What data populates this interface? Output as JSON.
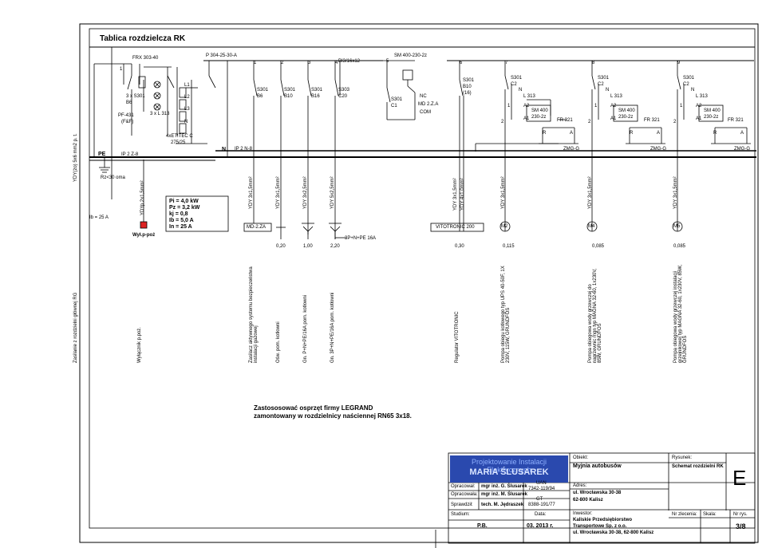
{
  "title": "Tablica rozdzielcza RK",
  "left_column": {
    "cable": "YDY(żo) 5x6 mm2 p. t.",
    "pe": "PE",
    "ip_z8": "IP 2 Z-8",
    "rz": "Rz<30 oma",
    "ib": "Ib = 25 A",
    "vertical_1": "Zasilanie z rozdzielni głównej RG",
    "vertical_2": "Wyłącznik p.poż."
  },
  "main_switch": {
    "frx": "FRX 303-40",
    "n1": "1",
    "s301": "3 x S301",
    "b6": "B6",
    "pf": "PF-431",
    "ff": "(F&F)",
    "lamps": "3 x L 313",
    "cable_ppoz": "YDYp 2x1,5mm²",
    "wyl": "Wył.p-poż"
  },
  "surge": {
    "p304": "P 304-25-30-A",
    "l1": "L1",
    "l2": "L2",
    "l3": "L3",
    "n": "N",
    "etitec": "4xETITEC  C",
    "etitec2": "275/25",
    "n_bar": "N",
    "ip_n8": "IP 2 N-8"
  },
  "params": {
    "pi": "Pi = 4,0 kW",
    "pz": "Pz = 3,2 kW",
    "kj": "kj = 0,8",
    "ib": "Ib = 5,0 A",
    "in": "In = 25 A"
  },
  "circuits": [
    {
      "num": "1",
      "type": "S301",
      "rating": "B6",
      "cable": "YDY 3x1,5mm²",
      "device": "MD-2.ZA",
      "power": "",
      "desc": "Zasilacz aktywnego systemu bezpieczeństwa instalacji gazowej"
    },
    {
      "num": "2",
      "type": "S301",
      "rating": "B10",
      "cable": "YDY 3x1,5mm²",
      "device": "",
      "power": "0,20",
      "desc": "Ośw. pom. kotłowni"
    },
    {
      "num": "3",
      "type": "S301",
      "rating": "B16",
      "cable": "YDY 3x2,5mm²",
      "device": "",
      "power": "1,00",
      "desc": "Gn. P+N+PE/16A pom. kotłowni"
    },
    {
      "num": "4",
      "type": "S303",
      "rating": "C20",
      "cable": "YDY 5x2,5mm²",
      "device": "3P+N+PE 16A",
      "power": "2,20",
      "desc": "Gn. 3P+N+PE/16A pom. kotłowni"
    },
    {
      "num": "5",
      "type": "S301",
      "rating": "C1",
      "bi": "BI3/16x12",
      "sm": "SM 400-230-2z",
      "nc": "NC",
      "md": "MD 2.Z.A",
      "com": "COM"
    },
    {
      "num": "6",
      "type": "S301",
      "rating": "B10",
      "extra": "(16)",
      "cable1": "YDY 3x1,5mm²",
      "cable2": "YDY 4x1,0mm²",
      "device": "VITOTRONIC 200",
      "power": "0,30",
      "desc": "Regulator VITOTRONIC"
    },
    {
      "num": "7",
      "type": "S301",
      "rating": "C2",
      "cable": "YDY 3x1,5mm²",
      "device": "M2",
      "power": "0,115",
      "desc": "Pompa obiegu kotłowego typ UPS 40-50F, 1X 230V, 115W, GRUNDFOS"
    },
    {
      "num": "8",
      "type": "S301",
      "rating": "C2",
      "cable": "YDY 3x1,5mm²",
      "device": "M4",
      "power": "0,085",
      "desc": "Pompa obiegowa wody grzewczej do nagrzewnic mgn typ MAGNA 32-60, 1x230V, 85W, GRUNDFOS"
    },
    {
      "num": "9",
      "type": "S301",
      "rating": "C2",
      "cable": "YDY 3x1,5mm²",
      "device": "M5",
      "power": "0,085",
      "desc": "Pompa obiegowa wody grzewczej instalacji grzejnikowej typ MAGNA 32-60, 1x230V, 85W, GRUNDFOS"
    }
  ],
  "relay": {
    "n": "N",
    "l313": "L 313",
    "a2": "A2",
    "a1": "A1",
    "i1": "1",
    "i2": "2",
    "sm": "SM 400",
    "sm2": "230-2z",
    "fr": "FR 321",
    "r": "R",
    "a": "A",
    "zmg": "ZMG-G"
  },
  "note": {
    "line1": "Zastososować osprzęt firmy LEGRAND",
    "line2": "zamontowany w rozdzielnicy naściennej RN65 3x18."
  },
  "titleblock": {
    "logo1": "Projektowanie Instalacji Elektrycznych",
    "logo2": "MARIA  ŚLUSAREK",
    "obiekt_lbl": "Obiekt:",
    "obiekt": "Myjnia autobusów",
    "rysunek_lbl": "Rysunek:",
    "rysunek": "Schemat rozdzielni RK",
    "letter": "E",
    "opracowal_lbl": "Opracował:",
    "opracowal": "mgr inż. G. Ślusarek",
    "uan_lbl": "UAN",
    "uan": "7342-119/94",
    "opracowala_lbl": "Opracowała:",
    "opracowala": "mgr inż. M. Ślusarek",
    "gt_lbl": "GT",
    "gt": "8388-191/77",
    "sprawdzil_lbl": "Sprawdził:",
    "sprawdzil": "tech. M. Jędraszek",
    "adres_lbl": "Adres:",
    "adres1": "ul. Wrocławska 30-38",
    "adres2": "62-800 Kalisz",
    "studium_lbl": "Studium:",
    "studium": "P.B.",
    "data_lbl": "Data:",
    "data": "03. 2013 r.",
    "inwestor_lbl": "Inwestor:",
    "inwestor1": "Kaliskie Przedsiębiorstwo",
    "inwestor2": "Transportowe Sp. z o.o.",
    "inwestor3": "ul. Wrocławska 30-38, 62-800 Kalisz",
    "nrzl_lbl": "Nr zlecenia:",
    "skala_lbl": "Skala:",
    "nrrys_lbl": "Nr rys.",
    "nrrys": "3/8"
  }
}
